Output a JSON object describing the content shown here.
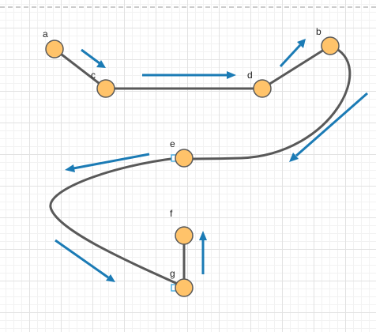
{
  "nodes": {
    "a": {
      "label": "a"
    },
    "b": {
      "label": "b"
    },
    "c": {
      "label": "c"
    },
    "d": {
      "label": "d"
    },
    "e": {
      "label": "e"
    },
    "f": {
      "label": "f"
    },
    "g": {
      "label": "g"
    }
  },
  "colors": {
    "node_fill": "#ffc36a",
    "node_stroke": "#5a5a5a",
    "edge": "#595959",
    "arrow": "#1b7bb5",
    "handle": "#29a0db"
  }
}
